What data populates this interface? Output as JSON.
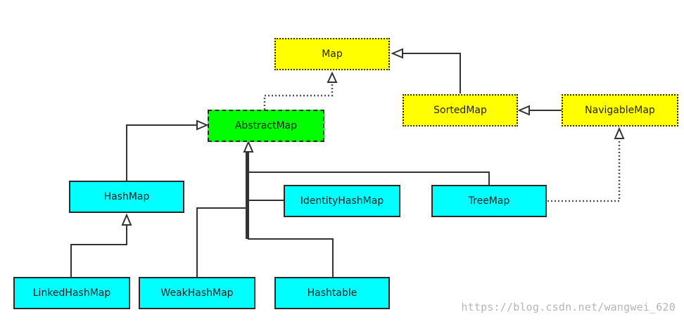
{
  "nodes": {
    "map": "Map",
    "sorted_map": "SortedMap",
    "navigable_map": "NavigableMap",
    "abstract_map": "AbstractMap",
    "hash_map": "HashMap",
    "identity_hash_map": "IdentityHashMap",
    "tree_map": "TreeMap",
    "linked_hash_map": "LinkedHashMap",
    "weak_hash_map": "WeakHashMap",
    "hashtable": "Hashtable"
  },
  "node_kinds": {
    "interface_color": "#ffff00",
    "abstract_color": "#00ff00",
    "class_color": "#00ffff"
  },
  "relations": [
    {
      "from": "sorted_map",
      "to": "map",
      "type": "extends"
    },
    {
      "from": "navigable_map",
      "to": "sorted_map",
      "type": "extends"
    },
    {
      "from": "abstract_map",
      "to": "map",
      "type": "implements"
    },
    {
      "from": "hash_map",
      "to": "abstract_map",
      "type": "extends"
    },
    {
      "from": "linked_hash_map",
      "to": "hash_map",
      "type": "extends"
    },
    {
      "from": "tree_map",
      "to": "abstract_map",
      "type": "extends"
    },
    {
      "from": "identity_hash_map",
      "to": "abstract_map",
      "type": "extends"
    },
    {
      "from": "weak_hash_map",
      "to": "abstract_map",
      "type": "extends"
    },
    {
      "from": "hashtable",
      "to": "abstract_map",
      "type": "extends"
    },
    {
      "from": "tree_map",
      "to": "navigable_map",
      "type": "implements"
    }
  ],
  "watermark": "https://blog.csdn.net/wangwei_620"
}
